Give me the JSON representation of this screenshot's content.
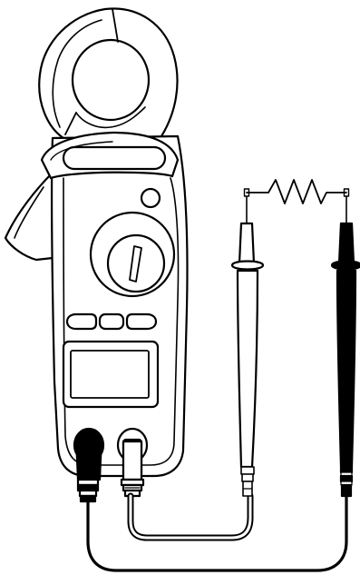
{
  "illustration": {
    "subject": "clamp-meter-resistance-measurement",
    "colors": {
      "outline": "#000000",
      "fill": "#ffffff",
      "black_lead": "#000000"
    },
    "components": {
      "meter": "clamp-meter",
      "jaw": "clamp-jaw",
      "rotary_switch": "rotary-function-switch",
      "buttons_count": 3,
      "display": "lcd-display",
      "red_lead": "test-lead-red",
      "black_lead": "test-lead-black",
      "resistor": "resistor"
    }
  }
}
